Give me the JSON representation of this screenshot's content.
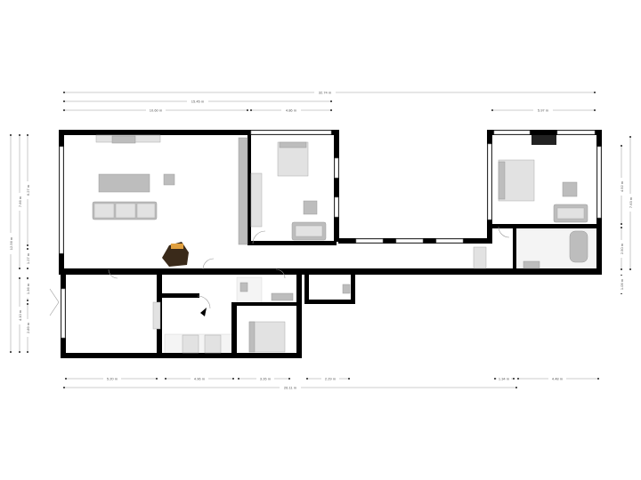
{
  "floorplan": {
    "dimensions_top": {
      "overall": "32.74 m",
      "left_section": "15.45 m",
      "living": "10.60 m",
      "bedroom": "4.86 m",
      "right_bedroom": "5.97 m"
    },
    "dimensions_bottom": {
      "room_1": "5.20 m",
      "room_2": "4.96 m",
      "room_3": "3.26 m",
      "room_4": "2.29 m",
      "room_5": "1.34 m",
      "room_6": "4.48 m",
      "overall": "26.11 m"
    },
    "dimensions_left": {
      "overall": "12.56 m",
      "upper": "7.66 m",
      "lower": "4.10 m",
      "upper_inner": "6.27 m",
      "mid_inner": "1.27 m",
      "lower_inner_1": "1.36 m",
      "lower_inner_2": "2.89 m"
    },
    "dimensions_right": {
      "overall": "7.63 m",
      "bedroom": "4.92 m",
      "bathroom": "2.50 m",
      "bottom": "1.09 m"
    },
    "colors": {
      "wall": "#000000",
      "furniture": "#bdbdbd",
      "dimension_line": "#bbbbbb"
    }
  }
}
